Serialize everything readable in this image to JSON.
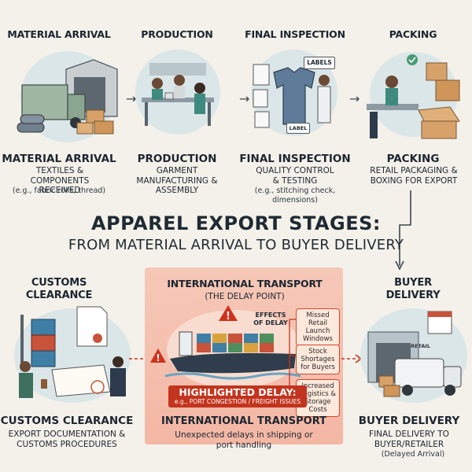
{
  "title": "APPAREL EXPORT STAGES:",
  "subtitle": "FROM MATERIAL ARRIVAL TO BUYER DELIVERY",
  "stages": [
    {
      "header": "MATERIAL ARRIVAL",
      "title": "MATERIAL ARRIVAL",
      "desc": "TEXTILES & COMPONENTS RECEIVED",
      "example": "(e.g., fabric rolls, thread)"
    },
    {
      "header": "PRODUCTION",
      "title": "PRODUCTION",
      "desc": "GARMENT MANUFACTURING & ASSEMBLY",
      "example": ""
    },
    {
      "header": "FINAL INSPECTION",
      "title": "FINAL INSPECTION",
      "desc": "QUALITY CONTROL & TESTING",
      "example": "(e.g., stitching check, dimensions)"
    },
    {
      "header": "PACKING",
      "title": "PACKING",
      "desc": "RETAIL PACKAGING & BOXING FOR EXPORT",
      "example": ""
    },
    {
      "header": "CUSTOMS CLEARANCE",
      "title": "CUSTOMS CLEARANCE",
      "desc": "EXPORT DOCUMENTATION & CUSTOMS PROCEDURES",
      "example": ""
    },
    {
      "header": "INTERNATIONAL TRANSPORT",
      "title": "INTERNATIONAL TRANSPORT",
      "desc": "Unexpected delays in shipping or port handling",
      "example": ""
    },
    {
      "header": "BUYER DELIVERY",
      "title": "BUYER DELIVERY",
      "desc": "FINAL DELIVERY TO BUYER/RETAILER",
      "example": "(Delayed Arrival)"
    }
  ],
  "customs_header_lines": [
    "CUSTOMS",
    "CLEARANCE"
  ],
  "buyer_header_lines": [
    "BUYER",
    "DELIVERY"
  ],
  "delay_point": "(THE DELAY POINT)",
  "labels_tag": "LABELS",
  "label_tag": "LABEL",
  "retail_sign": "RETAIL",
  "effects_title": "EFFECTS OF DELAY",
  "effects": [
    "Missed Retail Launch Windows",
    "Stock Shortages for Buyers",
    "Increased Logistics & Storage Costs"
  ],
  "highlight_title": "HIGHLIGHTED DELAY:",
  "highlight_sub": "e.g., PORT CONGESTION / FREIGHT ISSUES",
  "colors": {
    "accent_red": "#c2341e",
    "panel": "#f3b7a4",
    "circle": "#dbe6e8",
    "text": "#1c2530"
  }
}
